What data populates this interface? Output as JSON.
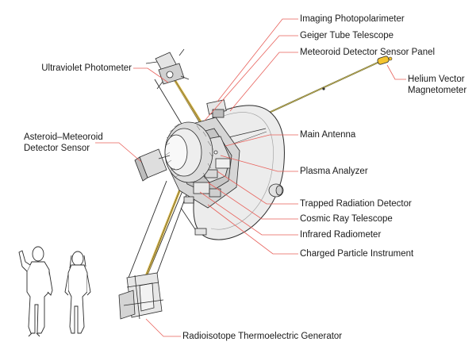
{
  "labels": {
    "imaging_photopolarimeter": "Imaging Photopolarimeter",
    "geiger_tube_telescope": "Geiger Tube Telescope",
    "meteoroid_detector_sensor_panel": "Meteoroid Detector Sensor Panel",
    "helium_vector_magnetometer_1": "Helium Vector",
    "helium_vector_magnetometer_2": "Magnetometer",
    "ultraviolet_photometer": "Ultraviolet Photometer",
    "asteroid_meteoroid_detector_1": "Asteroid–Meteoroid",
    "asteroid_meteoroid_detector_2": "Detector Sensor",
    "main_antenna": "Main Antenna",
    "plasma_analyzer": "Plasma Analyzer",
    "trapped_radiation_detector": "Trapped Radiation Detector",
    "cosmic_ray_telescope": "Cosmic Ray Telescope",
    "infrared_radiometer": "Infrared Radiometer",
    "charged_particle_instrument": "Charged Particle Instrument",
    "rtg": "Radioisotope Thermoelectric Generator"
  },
  "colors": {
    "leader_line": "#e8605a",
    "outline": "#2b2b2b",
    "dish_fill": "#ececec",
    "boom_yellow": "#d9b84a",
    "magnetometer_yellow": "#f4c430"
  }
}
